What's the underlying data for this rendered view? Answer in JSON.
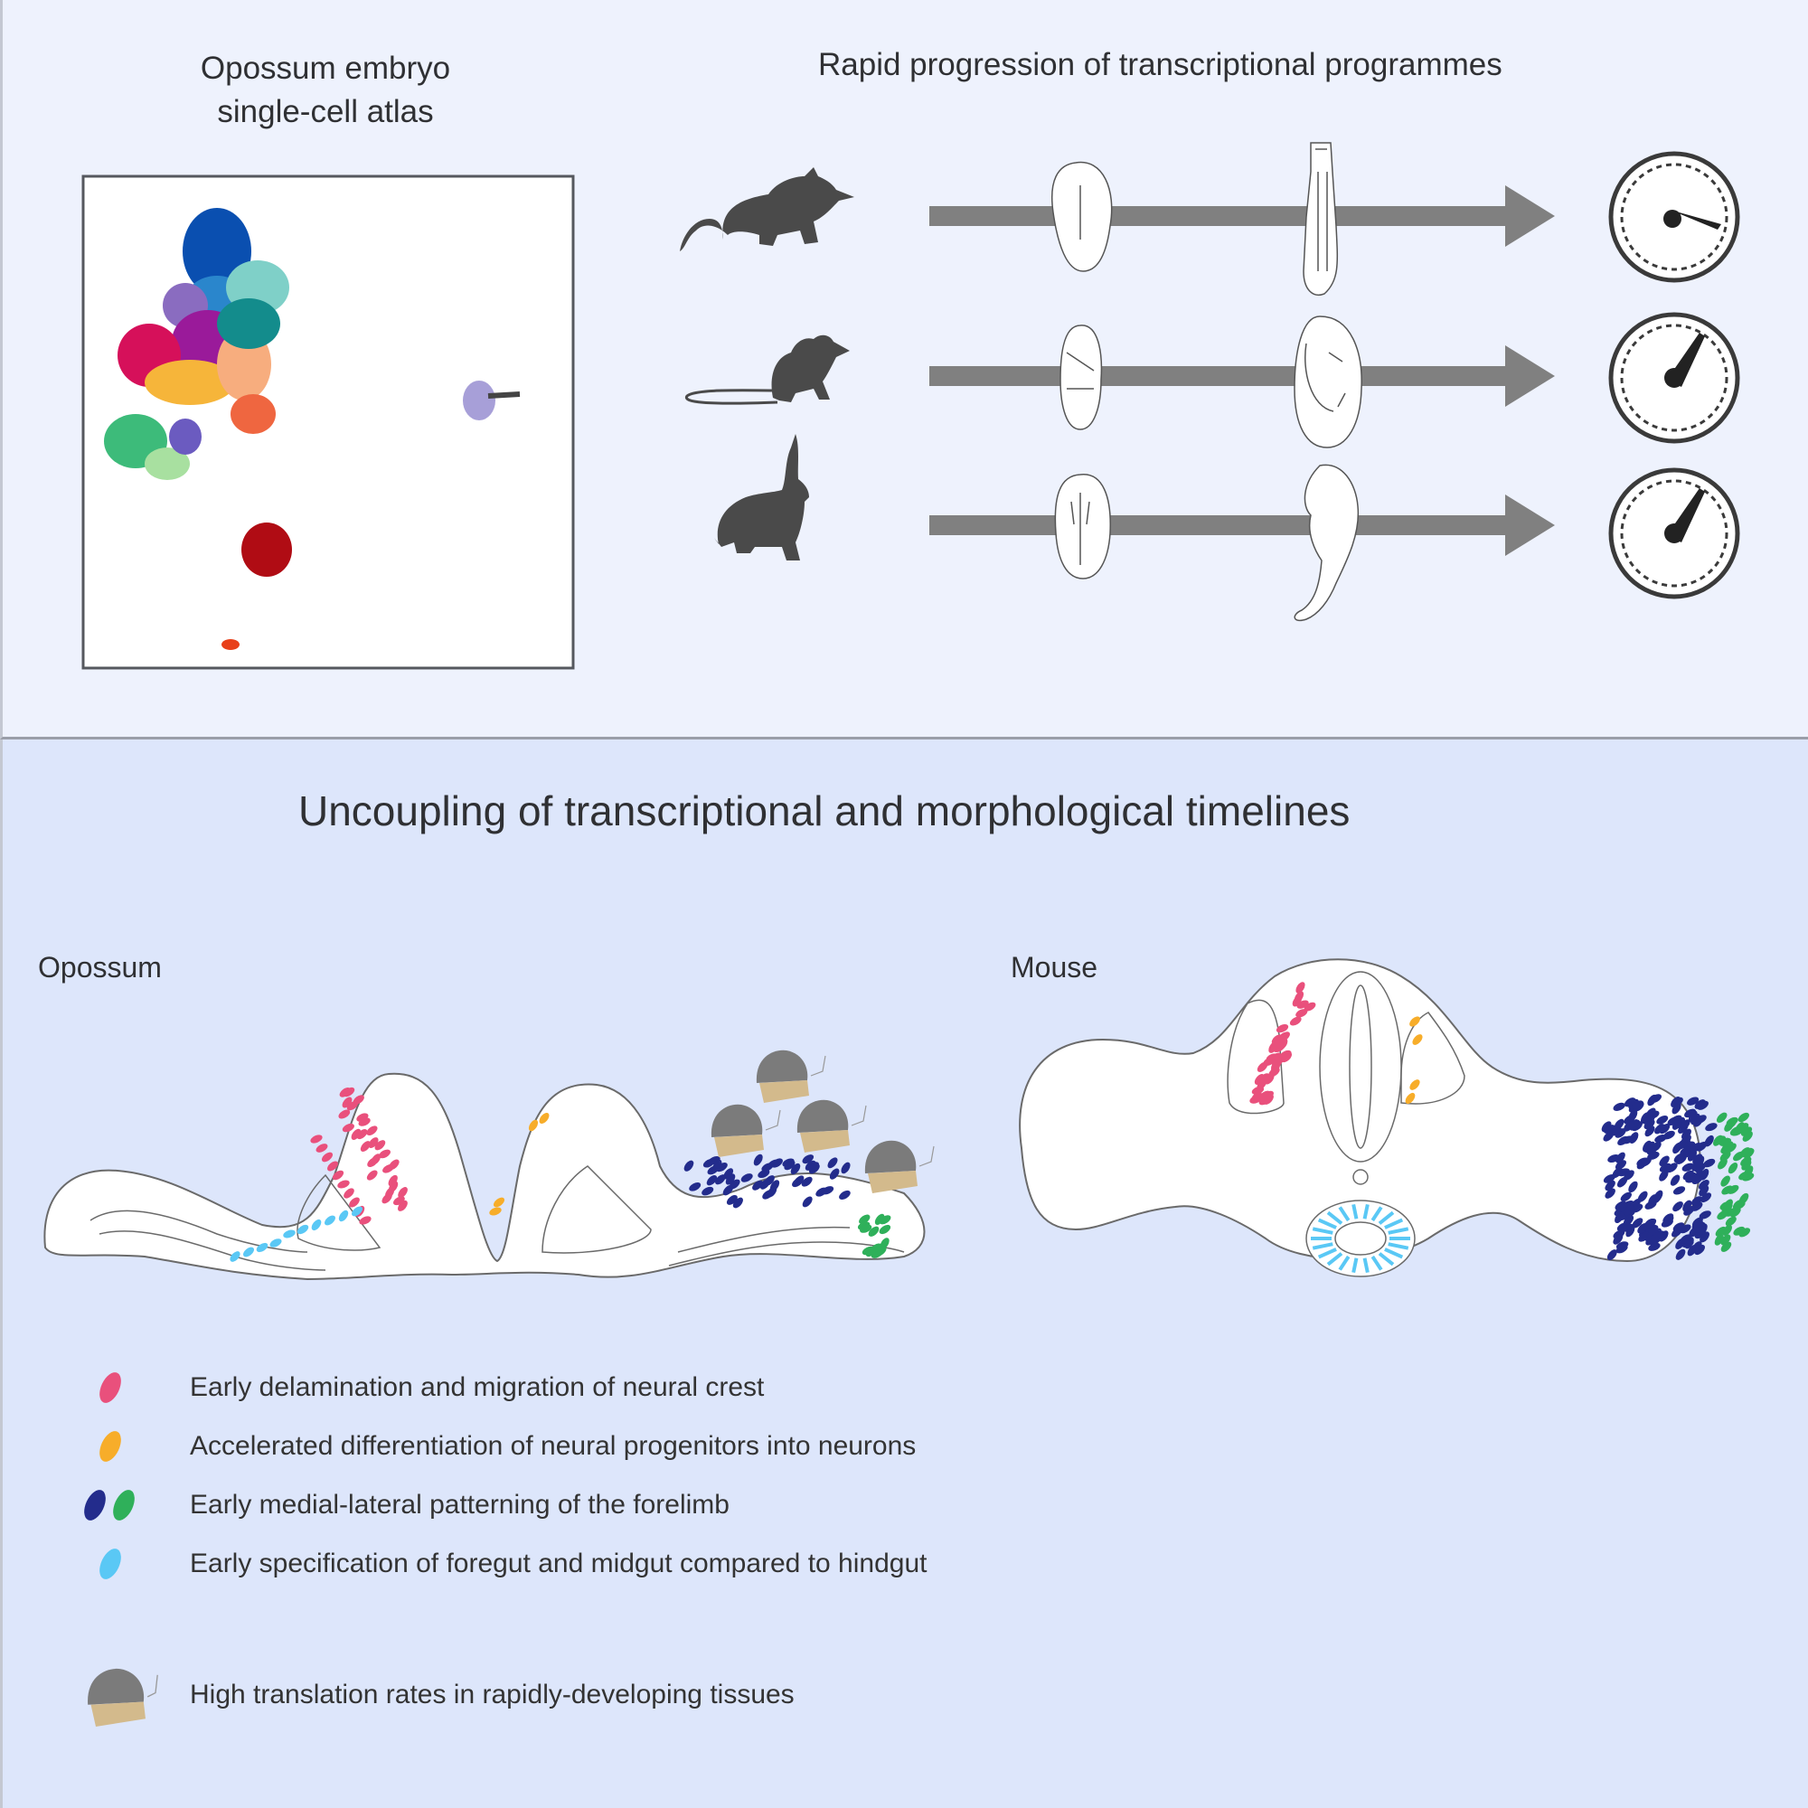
{
  "top_panel": {
    "atlas_title": [
      "Opossum embryo",
      "single-cell atlas"
    ],
    "progression_title": "Rapid progression of transcriptional programmes",
    "species_rows": [
      {
        "species": "opossum",
        "icon": "opossum-silhouette-icon",
        "gauge_speed": "fast"
      },
      {
        "species": "mouse",
        "icon": "mouse-silhouette-icon",
        "gauge_speed": "medium"
      },
      {
        "species": "rabbit",
        "icon": "rabbit-silhouette-icon",
        "gauge_speed": "medium"
      }
    ],
    "umap_cluster_colors": [
      "#0a4fb0",
      "#2a86cc",
      "#7fd0c8",
      "#8a6cc0",
      "#9a1a9a",
      "#d6105a",
      "#f6b53a",
      "#f7ad7e",
      "#138c8c",
      "#ef6640",
      "#3dbb7a",
      "#a8e0a0",
      "#6b5bc0",
      "#b00c14",
      "#a79fd8",
      "#e8401a"
    ]
  },
  "bottom_panel": {
    "title": "Uncoupling of transcriptional and morphological timelines",
    "opossum_label": "Opossum",
    "mouse_label": "Mouse",
    "legend": [
      {
        "label": "Early delamination and migration of neural crest",
        "colors": [
          "#e9507c"
        ]
      },
      {
        "label": "Accelerated differentiation of neural progenitors into neurons",
        "colors": [
          "#f7ad2a"
        ]
      },
      {
        "label": "Early medial-lateral patterning of the forelimb",
        "colors": [
          "#232c8c",
          "#2fb05a"
        ]
      },
      {
        "label": "Early specification of foregut and midgut compared to hindgut",
        "colors": [
          "#5ac8f5"
        ]
      },
      {
        "label": "High translation rates in rapidly-developing tissues",
        "icon": "ribosome-icon"
      }
    ]
  }
}
